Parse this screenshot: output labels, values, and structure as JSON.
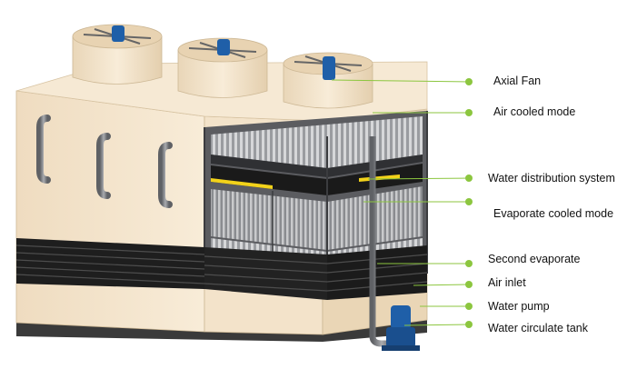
{
  "colors": {
    "leader_line": "#8cc63f",
    "body": "#f5e6cf",
    "body_shadow": "#e2cfb1",
    "frame": "#4a4a4a",
    "pipe": "#7d7f83",
    "pump": "#1f5fa8",
    "accent_yellow": "#f2d21a"
  },
  "callouts": [
    {
      "id": "axial-fan",
      "label": "Axial Fan"
    },
    {
      "id": "air-cooled-mode",
      "label": "Air cooled mode"
    },
    {
      "id": "water-distribution-system",
      "label": "Water distribution system"
    },
    {
      "id": "evaporate-cooled-mode",
      "label": "Evaporate cooled mode"
    },
    {
      "id": "second-evaporate",
      "label": "Second evaporate"
    },
    {
      "id": "air-inlet",
      "label": "Air inlet"
    },
    {
      "id": "water-pump",
      "label": "Water pump"
    },
    {
      "id": "water-circulate-tank",
      "label": "Water circulate tank"
    }
  ]
}
